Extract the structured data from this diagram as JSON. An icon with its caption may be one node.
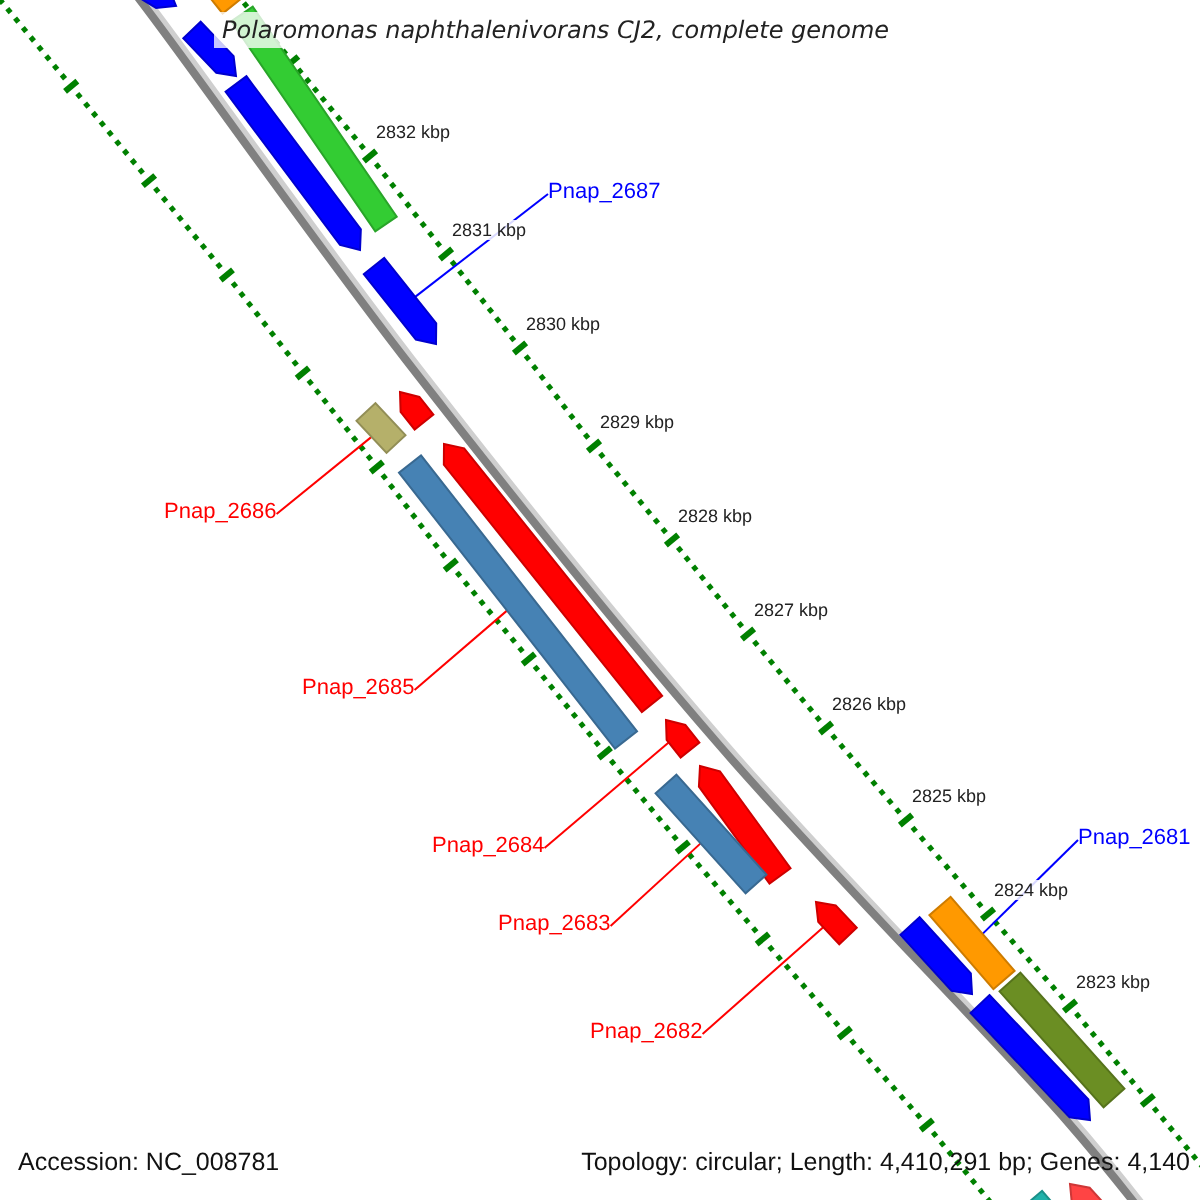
{
  "diagram": {
    "title": "Polaromonas naphthalenivorans CJ2, complete genome",
    "nodes": [
      {
        "text": [],
        "shape": "bar"
      },
      {
        "text": [],
        "shape": "bar"
      },
      {
        "text": [],
        "shape": "bar"
      },
      {
        "text": [],
        "shape": "bar"
      },
      {
        "text": [],
        "shape": "bar"
      },
      {
        "text": [
          "Pnap_2687"
        ]
      },
      {
        "text": [],
        "shape": "bar"
      },
      {
        "text": [],
        "shape": "bar"
      },
      {
        "text": [],
        "shape": "bar"
      },
      {
        "text": [],
        "shape": "bar"
      },
      {
        "text": [],
        "shape": "bar"
      },
      {
        "text": [
          "Pnap_2686"
        ]
      },
      {
        "text": [
          "Pnap_2685"
        ]
      },
      {
        "text": [],
        "shape": "bar"
      },
      {
        "text": [],
        "shape": "bar"
      },
      {
        "text": [],
        "shape": "bar"
      },
      {
        "text": [
          "Pnap_2681"
        ]
      },
      {
        "text": [
          "Pnap_2684"
        ]
      },
      {
        "text": [],
        "shape": "bar"
      },
      {
        "text": [],
        "shape": "bar"
      },
      {
        "text": [
          "Pnap_2683"
        ]
      },
      {
        "text": [],
        "shape": "bar"
      },
      {
        "text": [],
        "shape": "bar"
      },
      {
        "text": [],
        "shape": "bar"
      },
      {
        "text": [
          "Pnap_2682"
        ]
      },
      {
        "text": [],
        "shape": "bar"
      },
      {
        "text": [],
        "shape": "bar"
      }
    ],
    "edges": [
      {
        "from": 5,
        "to": 6,
        "arrow": "none",
        "color": "#0000ff"
      },
      {
        "from": 11,
        "to": 8,
        "arrow": "none"
      },
      {
        "from": 12,
        "to": 10,
        "arrow": "none"
      },
      {
        "from": 17,
        "to": 13,
        "arrow": "none"
      },
      {
        "from": 20,
        "to": 15,
        "arrow": "none"
      },
      {
        "from": 24,
        "to": 18,
        "arrow": "none"
      },
      {
        "from": 16,
        "to": 19,
        "arrow": "none",
        "color": "#0000ff"
      }
    ],
    "labels": [
      "2832 kbp",
      "2831 kbp",
      "2830 kbp",
      "2829 kbp",
      "2828 kbp",
      "2827 kbp",
      "2826 kbp",
      "2825 kbp",
      "2824 kbp",
      "2823 kbp",
      "Accession: NC_008781",
      "Topology: circular; Length: 4,410,291 bp; Genes: 4,140"
    ]
  }
}
